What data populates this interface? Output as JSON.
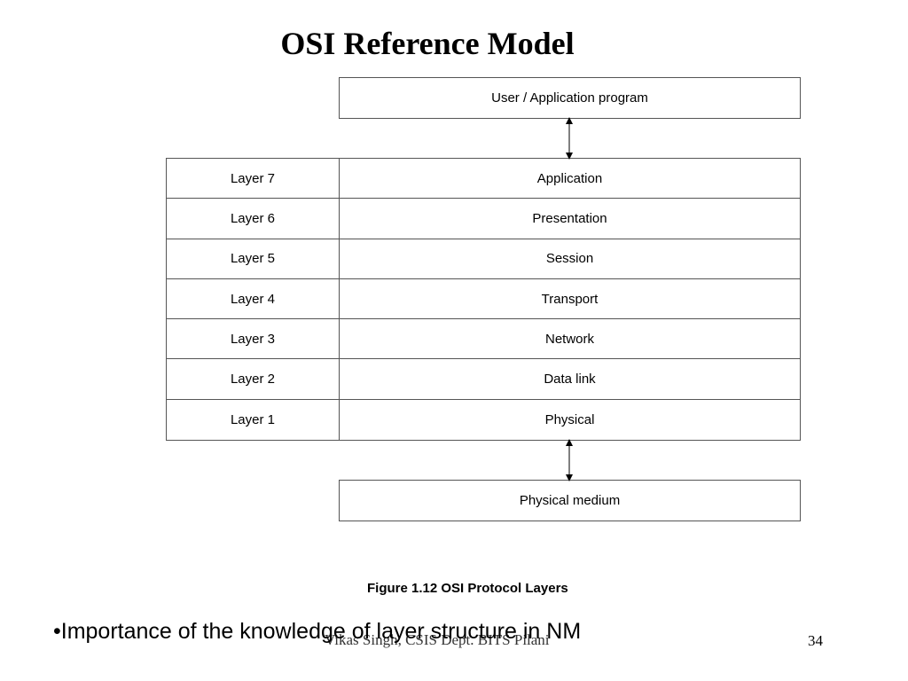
{
  "slide": {
    "title": "OSI Reference Model",
    "top_box": "User / Application program",
    "layers": [
      {
        "num": "Layer 7",
        "name": "Application"
      },
      {
        "num": "Layer 6",
        "name": "Presentation"
      },
      {
        "num": "Layer 5",
        "name": "Session"
      },
      {
        "num": "Layer 4",
        "name": "Transport"
      },
      {
        "num": "Layer 3",
        "name": "Network"
      },
      {
        "num": "Layer 2",
        "name": "Data link"
      },
      {
        "num": "Layer 1",
        "name": "Physical"
      }
    ],
    "bottom_box": "Physical medium",
    "caption": "Figure 1.12 OSI Protocol Layers",
    "bullet": "•Importance of the knowledge of layer structure  in NM",
    "footer": "Vikas Singh, CSIS Dept. BITS Pilani",
    "page_number": "34"
  }
}
